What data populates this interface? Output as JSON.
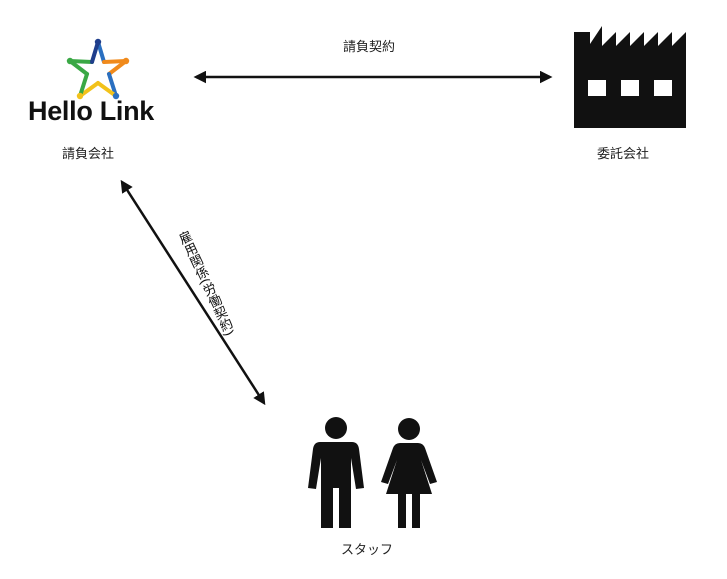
{
  "logo": {
    "text": "Hello Link"
  },
  "nodes": {
    "contractor": {
      "label": "請負会社"
    },
    "client": {
      "label": "委託会社"
    },
    "staff": {
      "label": "スタッフ"
    }
  },
  "relations": {
    "contract": {
      "label": "請負契約"
    },
    "employment": {
      "label": "雇用関係(労働契約)"
    }
  },
  "icons": {
    "logo_star": "hello-link-star-logo",
    "factory": "factory-icon",
    "man": "man-icon",
    "woman": "woman-icon"
  },
  "colors": {
    "logo_blue": "#2a6fc0",
    "logo_green": "#3aa845",
    "logo_orange": "#f08a1c",
    "logo_yellow": "#f2c21b",
    "logo_navy": "#1f3e8c",
    "ink": "#111111"
  }
}
